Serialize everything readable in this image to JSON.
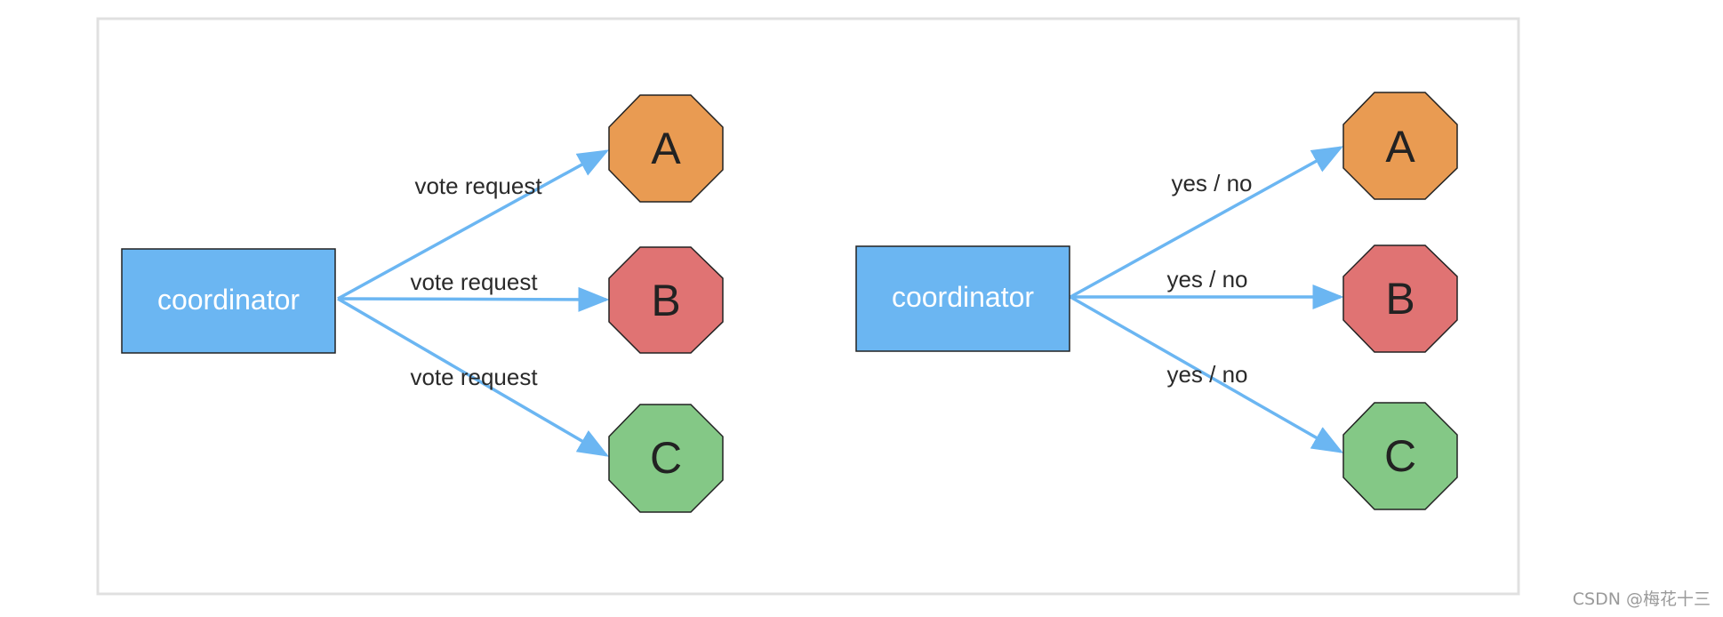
{
  "colors": {
    "coordinator": "#6bb6f2",
    "arrow": "#6bb6f2",
    "node_a": "#e99b52",
    "node_b": "#e07373",
    "node_c": "#84c886",
    "frame": "#e0e0e0"
  },
  "left_panel": {
    "coordinator_label": "coordinator",
    "nodes": {
      "a": "A",
      "b": "B",
      "c": "C"
    },
    "edge_labels": {
      "to_a": "vote request",
      "to_b": "vote request",
      "to_c": "vote request"
    }
  },
  "right_panel": {
    "coordinator_label": "coordinator",
    "nodes": {
      "a": "A",
      "b": "B",
      "c": "C"
    },
    "edge_labels": {
      "to_a": "yes / no",
      "to_b": "yes / no",
      "to_c": "yes / no"
    }
  },
  "watermark": "CSDN @梅花十三"
}
